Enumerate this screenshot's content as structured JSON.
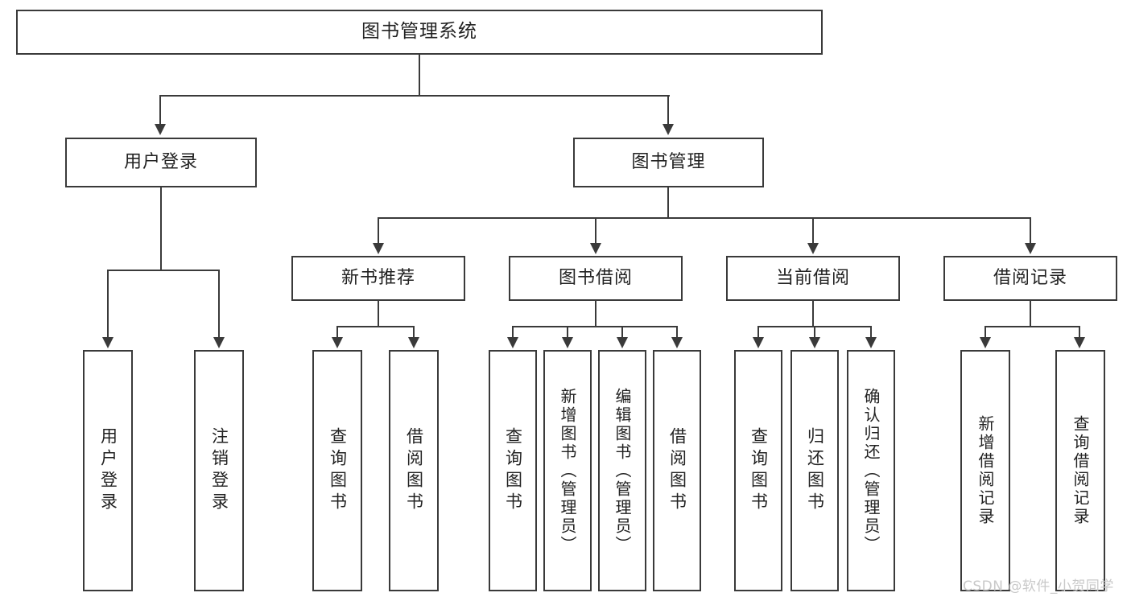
{
  "diagram": {
    "title": "图书管理系统",
    "type": "tree-diagram",
    "watermark": "CSDN @软件_小贺同学",
    "colors": {
      "stroke": "#3a3a3a",
      "background": "#ffffff",
      "text": "#222222",
      "watermark": "#c9c9c9"
    },
    "levels": {
      "level1": {
        "label": "图书管理系统"
      },
      "level2": [
        {
          "label": "用户登录"
        },
        {
          "label": "图书管理"
        }
      ],
      "level3": [
        {
          "label": "新书推荐"
        },
        {
          "label": "图书借阅"
        },
        {
          "label": "当前借阅"
        },
        {
          "label": "借阅记录"
        }
      ],
      "level4": {
        "user_login": [
          {
            "label": "用户登录"
          },
          {
            "label": "注销登录"
          }
        ],
        "new_book_recommend": [
          {
            "label": "查询图书"
          },
          {
            "label": "借阅图书"
          }
        ],
        "book_borrow": [
          {
            "label": "查询图书"
          },
          {
            "label": "新增图书（管理员）"
          },
          {
            "label": "编辑图书（管理员）"
          },
          {
            "label": "借阅图书"
          }
        ],
        "current_borrow": [
          {
            "label": "查询图书"
          },
          {
            "label": "归还图书"
          },
          {
            "label": "确认归还（管理员）"
          }
        ],
        "borrow_record": [
          {
            "label": "新增借阅记录"
          },
          {
            "label": "查询借阅记录"
          }
        ]
      }
    }
  }
}
